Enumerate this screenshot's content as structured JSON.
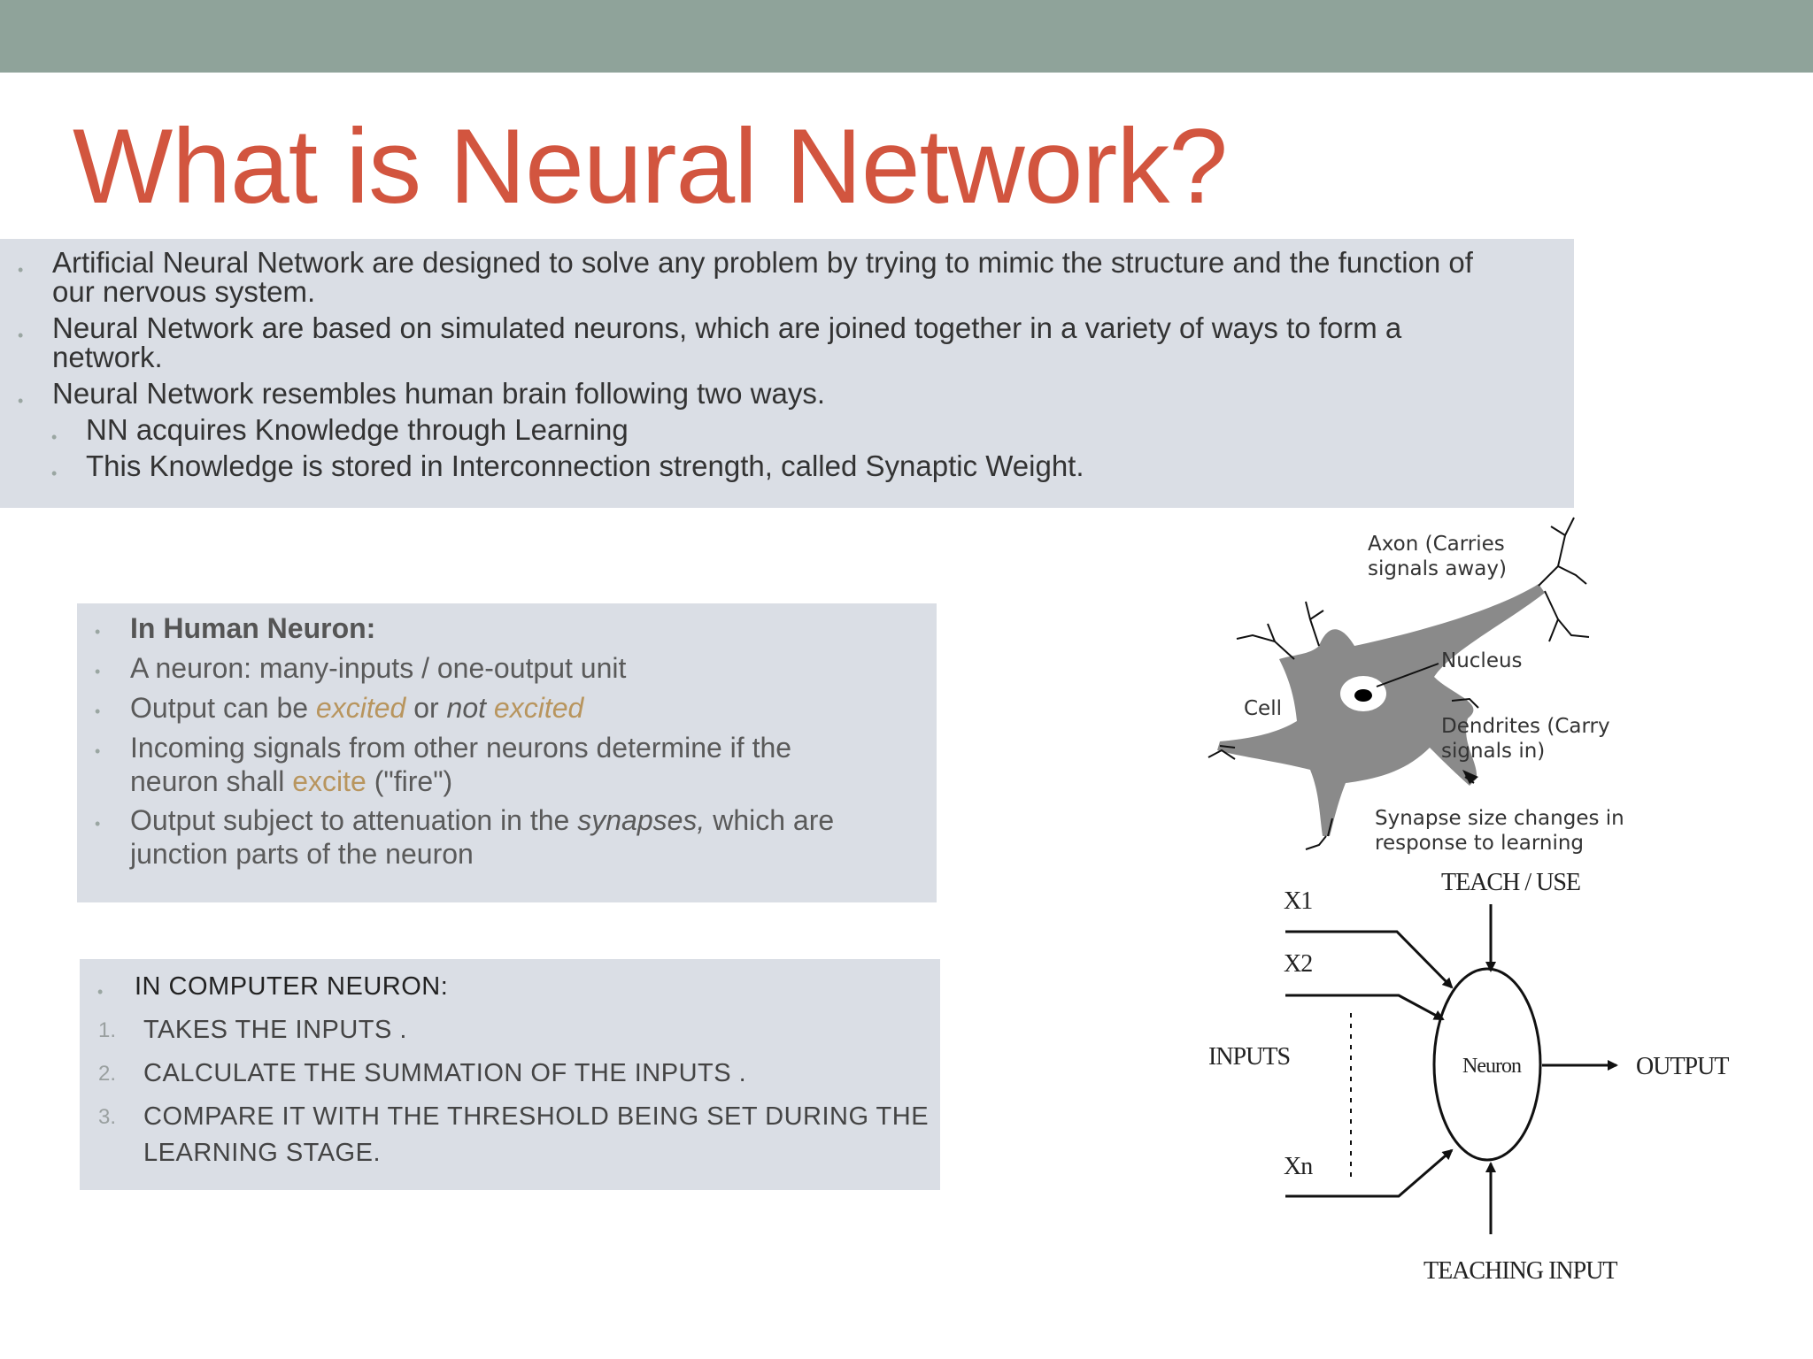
{
  "slide": {
    "title": "What is Neural Network?"
  },
  "intro": {
    "items": [
      {
        "line1": "Artificial Neural Network are designed to solve any problem by trying to mimic the structure and the function of",
        "line2": "our nervous system."
      },
      {
        "line1": "Neural Network are based on simulated neurons, which are joined together in a variety of ways to form a",
        "line2": "network."
      },
      {
        "line1": "Neural Network resembles human brain following two ways."
      }
    ],
    "subitems": [
      "NN acquires Knowledge through Learning",
      "This Knowledge is stored in Interconnection strength, called Synaptic Weight."
    ]
  },
  "human_neuron": {
    "heading": "In Human Neuron:",
    "item1": "A neuron: many-inputs / one-output unit",
    "item2": {
      "pre": "Output can be ",
      "a1": "excited",
      "mid": " or ",
      "not": "not",
      "sp": " ",
      "a2": "excited"
    },
    "item3": {
      "line1": "Incoming signals from other neurons determine if the",
      "pre": "neuron shall ",
      "accent": "excite",
      "post": " (\"fire\")"
    },
    "item4": {
      "pre": "Output subject to attenuation in the ",
      "it": "synapses,",
      "post": " which are",
      "line2": "junction parts of the neuron"
    }
  },
  "computer_neuron": {
    "heading": "IN COMPUTER NEURON:",
    "steps": [
      {
        "num": "1.",
        "line1": "TAKES THE INPUTS ."
      },
      {
        "num": "2.",
        "line1": "CALCULATE THE SUMMATION OF THE INPUTS ."
      },
      {
        "num": "3.",
        "line1": "COMPARE IT WITH THE THRESHOLD BEING SET DURING THE",
        "line2": "LEARNING STAGE."
      }
    ]
  },
  "neuron_diagram": {
    "axon_1": "Axon (Carries",
    "axon_2": "signals away)",
    "nucleus": "Nucleus",
    "cell": "Cell",
    "dendrites_1": "Dendrites (Carry",
    "dendrites_2": "signals in)",
    "synapse_1": "Synapse size changes in",
    "synapse_2": "response to learning"
  },
  "model_diagram": {
    "teach_use": "TEACH / USE",
    "x1": "X1",
    "x2": "X2",
    "xn": "Xn",
    "inputs": "INPUTS",
    "neuron": "Neuron",
    "output": "OUTPUT",
    "teaching_input": "TEACHING INPUT"
  },
  "colors": {
    "topbar": "#8fa39a",
    "title": "#d2553f",
    "box": "#dadee5",
    "accent": "#b8955e"
  }
}
